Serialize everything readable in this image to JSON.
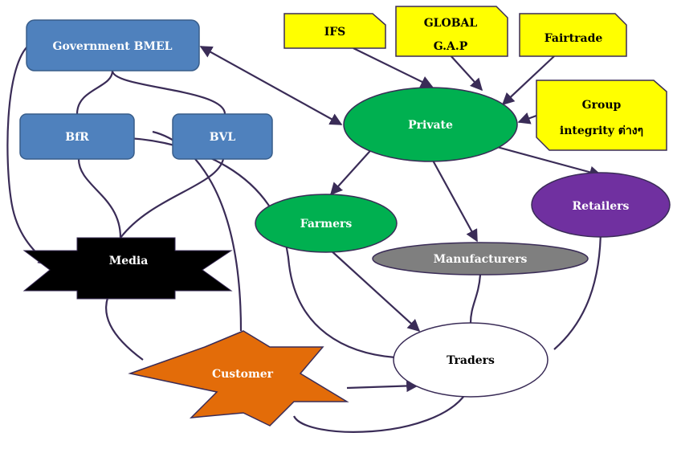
{
  "nodes": {
    "government": {
      "label": "Government BMEL",
      "color": "#4f81bd"
    },
    "bfr": {
      "label": "BfR",
      "color": "#4f81bd"
    },
    "bvl": {
      "label": "BVL",
      "color": "#4f81bd"
    },
    "ifs": {
      "label": "IFS",
      "color": "#ffff00"
    },
    "global_gap": {
      "label_line1": "GLOBAL",
      "label_line2": "G.A.P",
      "color": "#ffff00"
    },
    "fairtrade": {
      "label": "Fairtrade",
      "color": "#ffff00"
    },
    "group_integrity": {
      "label_line1": "Group",
      "label_line2": "integrity ต่างๆ",
      "color": "#ffff00"
    },
    "private": {
      "label": "Private",
      "color": "#00b050"
    },
    "farmers": {
      "label": "Farmers",
      "color": "#00b050"
    },
    "manufacturers": {
      "label": "Manufacturers",
      "color": "#7f7f7f"
    },
    "retailers": {
      "label": "Retailers",
      "color": "#7030a0"
    },
    "media": {
      "label": "Media",
      "color": "#000000"
    },
    "customer": {
      "label": "Customer",
      "color": "#e36c09"
    },
    "traders": {
      "label": "Traders",
      "color": "#ffffff"
    }
  },
  "edge_color": "#3a2c57"
}
